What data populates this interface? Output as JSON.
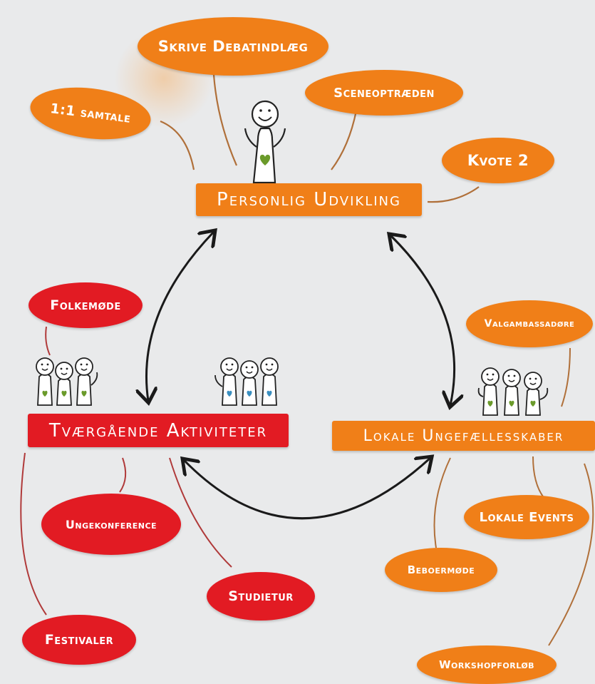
{
  "central": {
    "personal": "Personlig Udvikling",
    "crossing": "Tværgående Aktiviteter",
    "local": "Lokale Ungefællesskaber"
  },
  "personal_items": {
    "samtale": "1:1 samtale",
    "debat": "Skrive Debatindlæg",
    "scene": "Sceneoptræden",
    "kvote": "Kvote 2"
  },
  "crossing_items": {
    "folkemode": "Folkemøde",
    "ungekonference": "Ungekonference",
    "studietur": "Studietur",
    "festivaler": "Festivaler"
  },
  "local_items": {
    "valgambassadore": "Valgambassadøre",
    "lokale_events": "Lokale Events",
    "beboermode": "Beboermøde",
    "workshopforlob": "Workshopforløb"
  },
  "colors": {
    "orange": "#f07f18",
    "red": "#e21b23",
    "green_heart": "#6a9a2a",
    "blue_heart": "#3a8fc0",
    "arrow": "#1a1a1a"
  }
}
